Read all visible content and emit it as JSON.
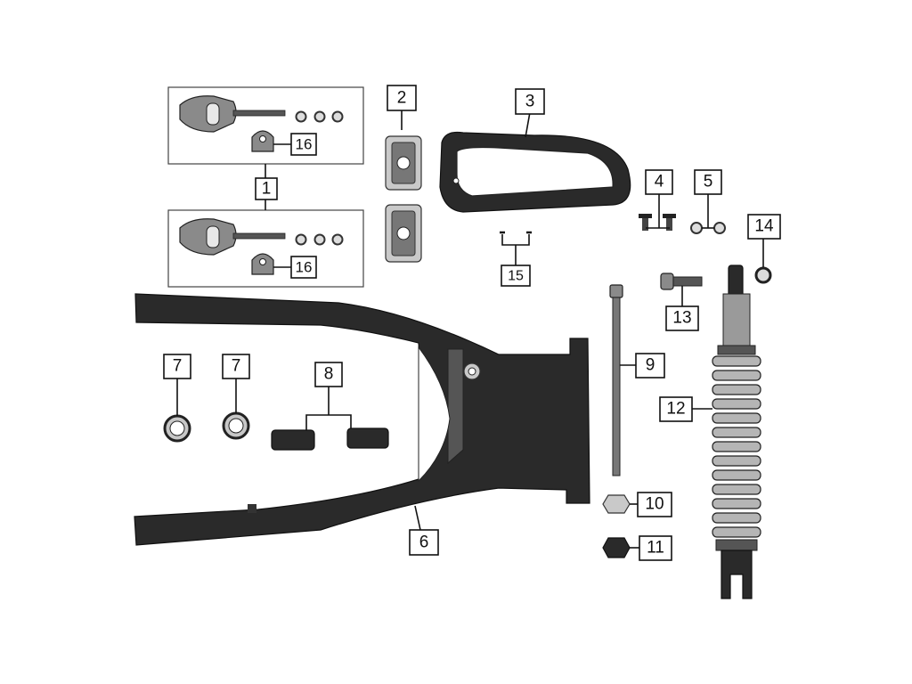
{
  "callouts": [
    "1",
    "2",
    "3",
    "4",
    "5",
    "6",
    "7",
    "7",
    "8",
    "9",
    "10",
    "11",
    "12",
    "13",
    "14",
    "15",
    "16",
    "16"
  ]
}
